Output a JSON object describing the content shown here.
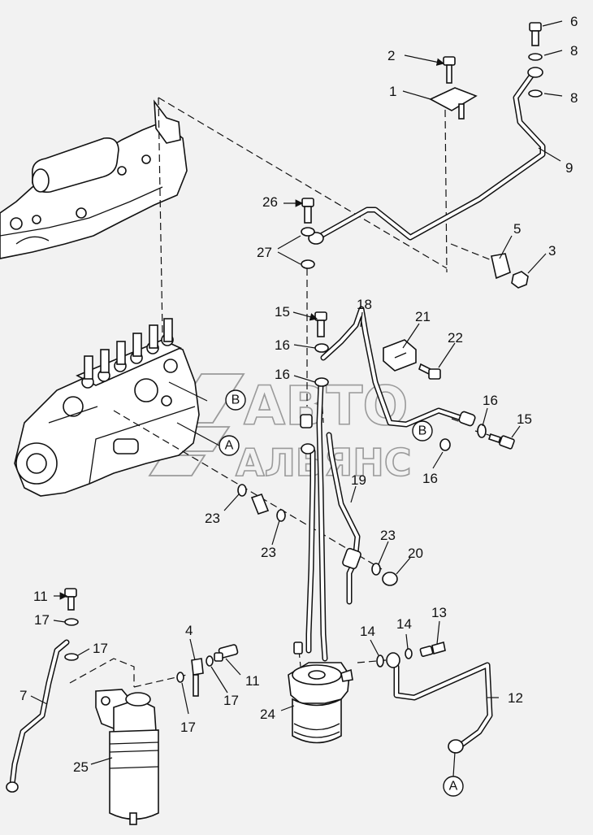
{
  "watermark": {
    "line1": "АВТО",
    "line2": "АЛЬЯНС"
  },
  "callouts": [
    "1",
    "2",
    "3",
    "4",
    "5",
    "6",
    "7",
    "8",
    "8",
    "9",
    "11",
    "11",
    "12",
    "13",
    "14",
    "14",
    "15",
    "15",
    "16",
    "16",
    "16",
    "16",
    "17",
    "17",
    "17",
    "17",
    "18",
    "19",
    "20",
    "21",
    "22",
    "23",
    "23",
    "23",
    "24",
    "25",
    "26",
    "27"
  ],
  "refs": {
    "a": "A",
    "b": "B"
  },
  "colors": {
    "line": "#111111",
    "paper": "#f2f2f2",
    "watermark": "#9a9a9a"
  }
}
